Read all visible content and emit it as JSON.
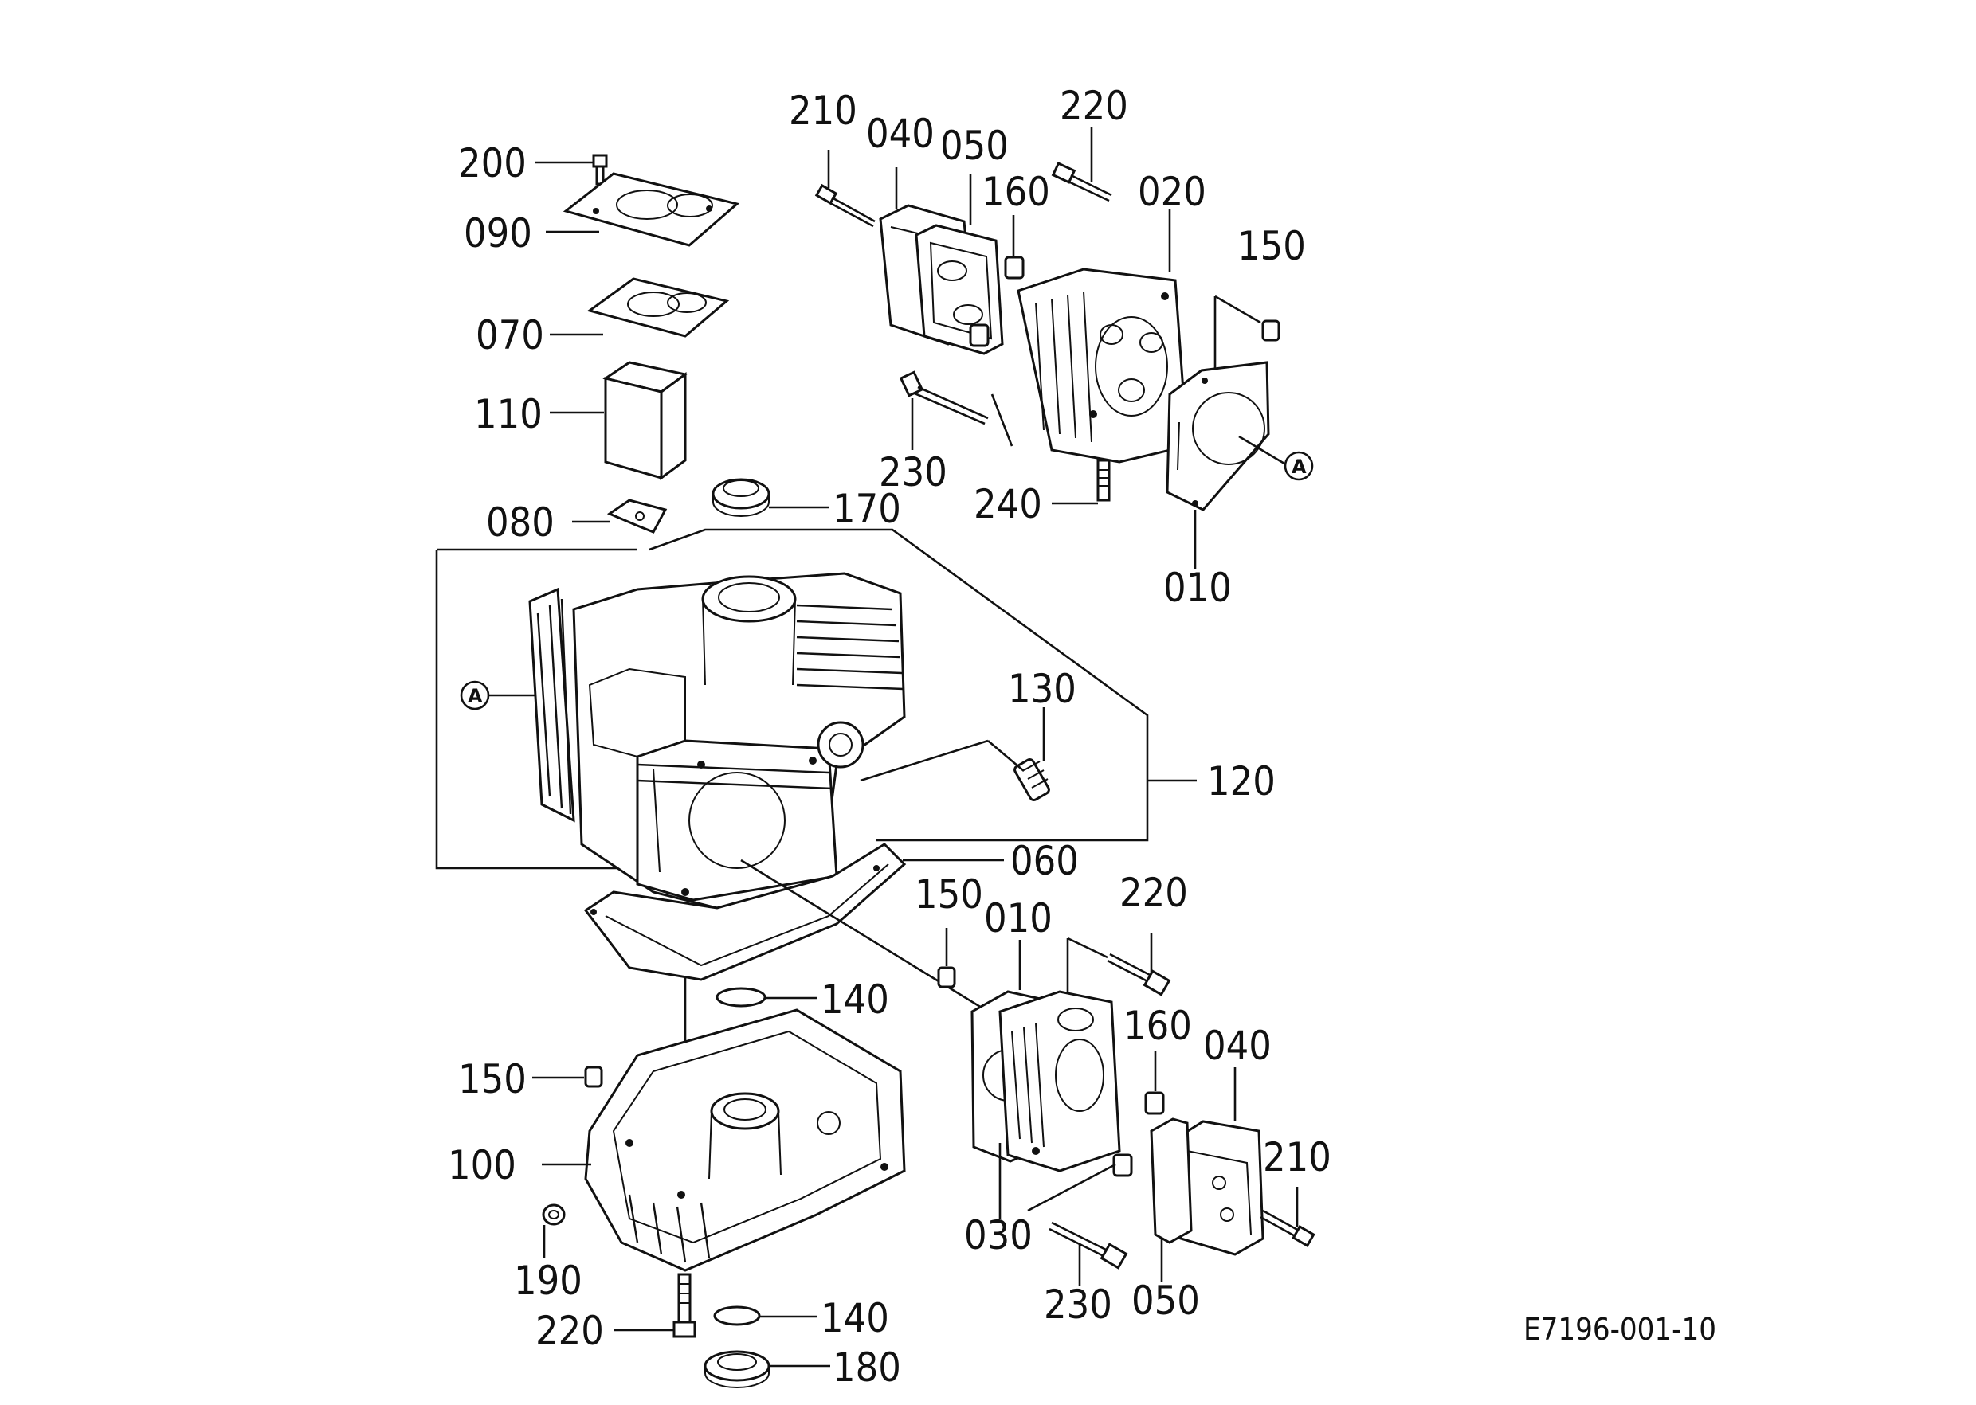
{
  "drawing_code": "E7196-001-10",
  "ref_mark": "A",
  "labels": {
    "l200": "200",
    "l090": "090",
    "l070": "070",
    "l110": "110",
    "l080": "080",
    "l170": "170",
    "l210a": "210",
    "l040a": "040",
    "l050a": "050",
    "l220a": "220",
    "l160a": "160",
    "l020": "020",
    "l150a": "150",
    "l230a": "230",
    "l240": "240",
    "l010a": "010",
    "l130": "130",
    "l120": "120",
    "l060": "060",
    "l150b": "150",
    "l010b": "010",
    "l220b": "220",
    "l140a": "140",
    "l160b": "160",
    "l040b": "040",
    "l150c": "150",
    "l100": "100",
    "l210b": "210",
    "l030": "030",
    "l190": "190",
    "l230b": "230",
    "l050b": "050",
    "l220c": "220",
    "l140b": "140",
    "l180": "180"
  }
}
